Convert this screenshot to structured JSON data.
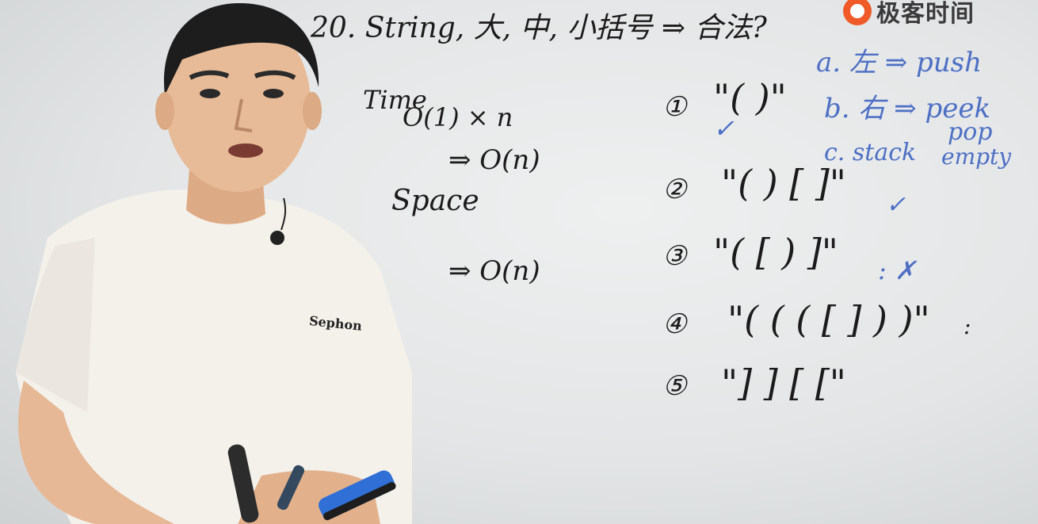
{
  "board": {
    "title": "20.   String, 大, 中, 小括号 ⇒ 合法?",
    "time_label": "Time",
    "time_expr": "O(1) × n",
    "time_result": "⇒ O(n)",
    "space_label": "Space",
    "space_result": "⇒ O(n)",
    "rules": [
      "a. 左 ⇒ push",
      "b. 右 ⇒ peek",
      "pop",
      "c. stack",
      "empty"
    ],
    "examples": [
      {
        "num": "①",
        "text": "\"( )\"",
        "mark": "✓"
      },
      {
        "num": "②",
        "text": "\"( ) [ ]\"",
        "mark": "✓"
      },
      {
        "num": "③",
        "text": "\"( [ ) ]\"",
        "mark": ": ✗"
      },
      {
        "num": "④",
        "text": "\"( ( ( [ ] ) )\"",
        "mark": ":"
      },
      {
        "num": "⑤",
        "text": "\"] ] [ [\"",
        "mark": ""
      }
    ]
  },
  "logo": {
    "text": "极客时间",
    "icon": "geektime-logo-icon",
    "color": "#f05a28"
  },
  "shirt_text": "Sephon"
}
